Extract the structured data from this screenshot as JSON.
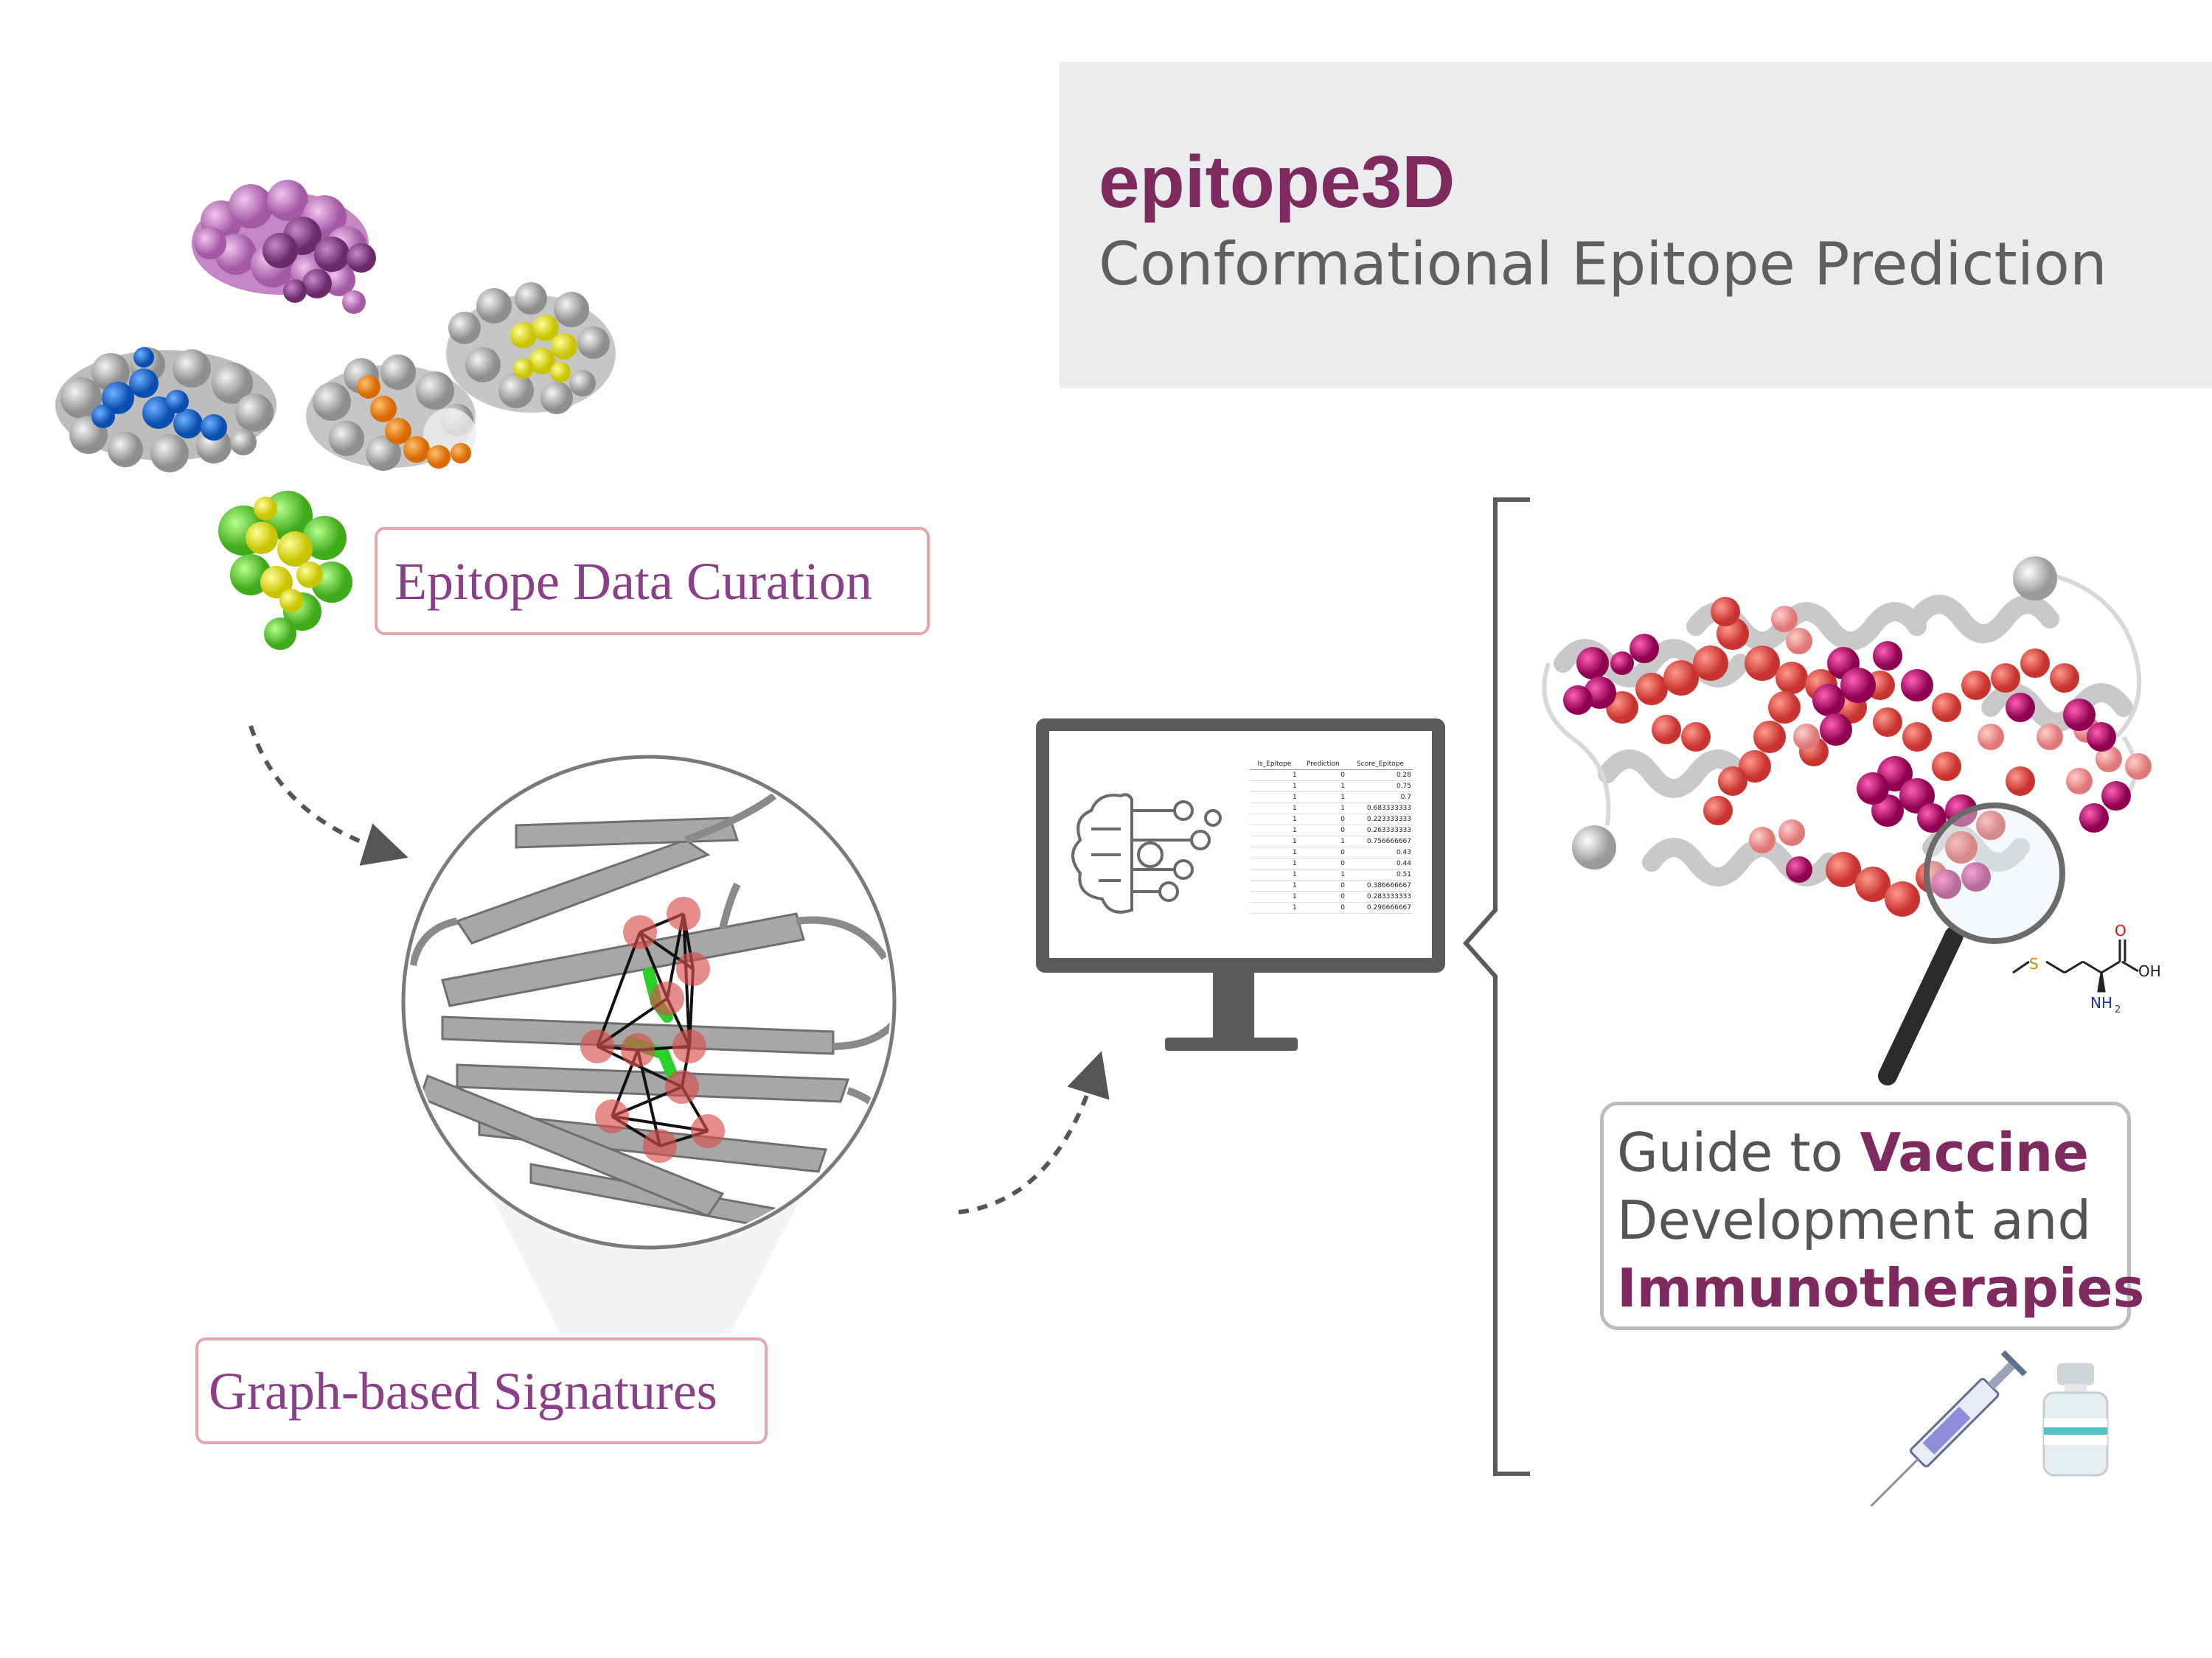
{
  "header": {
    "title": "epitope3D",
    "subtitle": "Conformational Epitope Prediction"
  },
  "steps": {
    "curation_label": "Epitope Data Curation",
    "signatures_label": "Graph-based Signatures"
  },
  "output": {
    "guide_part1": "Guide to ",
    "guide_vaccine": "Vaccine",
    "guide_line2": "Development and",
    "guide_immuno": "Immunotherapies"
  },
  "screen_table": {
    "headers": [
      "ls_Epitope",
      "Prediction",
      "Score_Epitope"
    ],
    "rows": [
      [
        "1",
        "0",
        "0.28"
      ],
      [
        "1",
        "1",
        "0.75"
      ],
      [
        "1",
        "1",
        "0.7"
      ],
      [
        "1",
        "1",
        "0.683333333"
      ],
      [
        "1",
        "0",
        "0.223333333"
      ],
      [
        "1",
        "0",
        "0.263333333"
      ],
      [
        "1",
        "1",
        "0.756666667"
      ],
      [
        "1",
        "0",
        "0.43"
      ],
      [
        "1",
        "0",
        "0.44"
      ],
      [
        "1",
        "1",
        "0.51"
      ],
      [
        "1",
        "0",
        "0.386666667"
      ],
      [
        "1",
        "0",
        "0.283333333"
      ],
      [
        "1",
        "0",
        "0.296666667"
      ]
    ]
  },
  "molecule_labels": {
    "oxygen": "O",
    "hydroxyl": "OH",
    "sulfur": "S",
    "amine": "NH",
    "amine_subscript": "2"
  },
  "colors": {
    "accent": "#7f2a5f",
    "panel": "#ebeced",
    "label_border": "#e5a7ab",
    "label_text": "#8a3f86"
  }
}
